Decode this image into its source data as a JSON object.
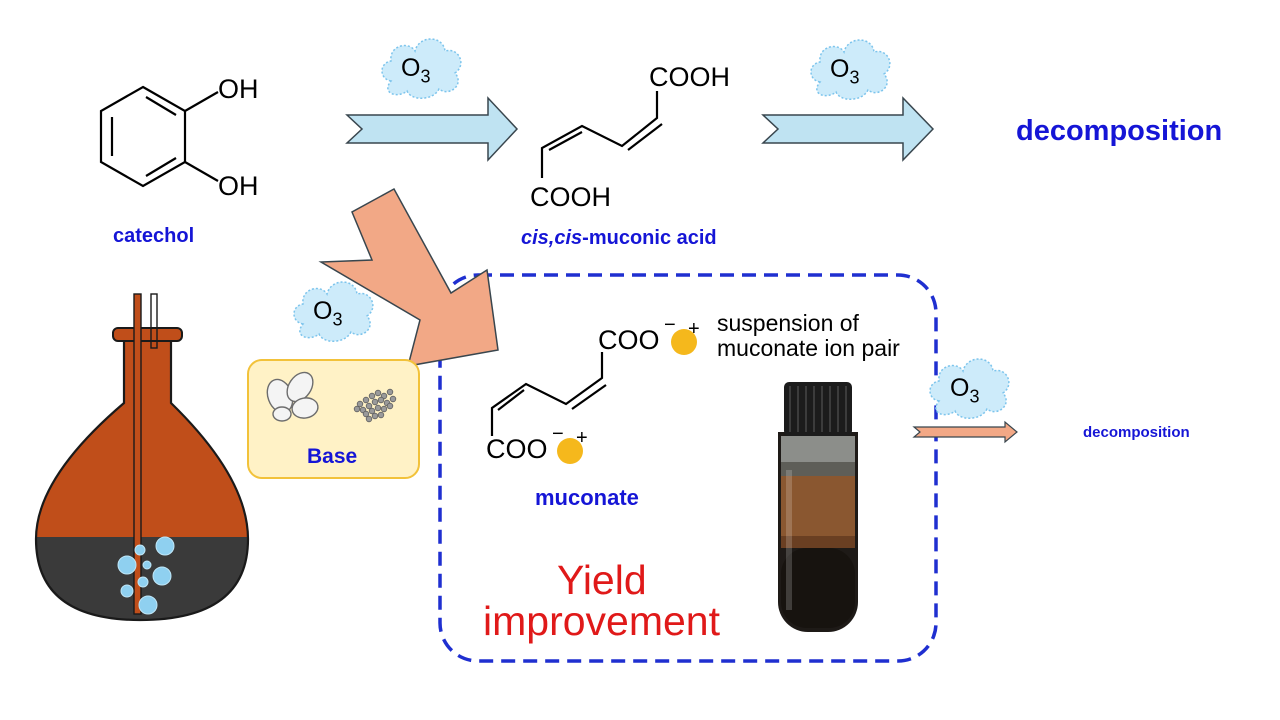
{
  "reaction": {
    "reactant_groups": [
      "OH",
      "OH"
    ],
    "reactant_name": "catechol",
    "acid_groups": [
      "COOH",
      "COOH"
    ],
    "acid_name_prefix": "cis,cis",
    "acid_name_suffix": "-muconic acid",
    "product_top": "decomposition"
  },
  "ozone": {
    "symbol": "O",
    "subscript": "3"
  },
  "base_box": {
    "label": "Base"
  },
  "muconate_box": {
    "group_top": "COO",
    "group_bottom": "COO",
    "anion_sign": "−",
    "cation_sign": "+",
    "name": "muconate",
    "suspension_line1": "suspension of",
    "suspension_line2": "muconate ion pair",
    "yield_line1": "Yield",
    "yield_line2": "improvement"
  },
  "product_bottom": "decomposition",
  "colors": {
    "label_blue": "#1515d6",
    "yield_red": "#e01919",
    "arrow_blue": "#bfe3f2",
    "arrow_salmon": "#f2a886",
    "ozone_cloud": "#cdebfa",
    "flask_brown": "#c04e1a",
    "flask_dark": "#3a3a3a",
    "base_box_fill": "#fff2c6",
    "base_box_border": "#f2c23a",
    "cation_gold": "#f5b81c",
    "dashed_border": "#1f2fd0"
  }
}
